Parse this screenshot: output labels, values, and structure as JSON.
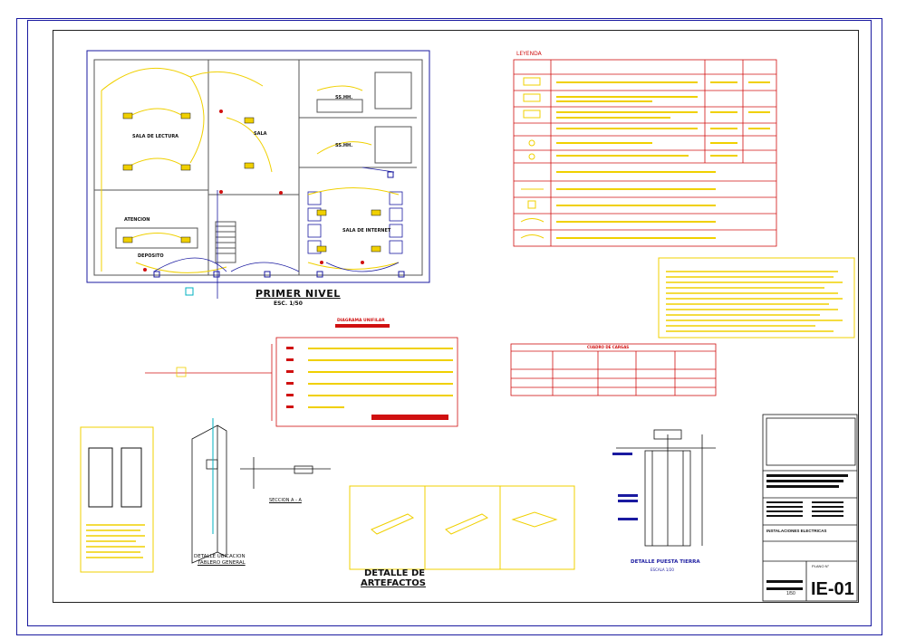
{
  "drawing": {
    "plan_title": "PRIMER NIVEL",
    "plan_scale": "ESC. 1/50",
    "legend_title": "LEYENDA",
    "rooms": {
      "sala_lectura": "SALA DE LECTURA",
      "sala": "SALA",
      "atencion": "ATENCION",
      "deposito": "DEPOSITO",
      "sala_internet": "SALA DE INTERNET",
      "ss_hh_1": "SS.HH.",
      "ss_hh_2": "SS.HH."
    },
    "diagram_title": "DIAGRAMA UNIFILAR",
    "quadro_title": "CUADRO DE CARGAS",
    "detail_artefactos_line1": "DETALLE DE",
    "detail_artefactos_line2": "ARTEFACTOS",
    "detail_tablero_line1": "DETALLE UBICACION",
    "detail_tablero_line2": "TABLERO GENERAL",
    "seccion": "SECCION A - A",
    "puesta_tierra": "DETALLE PUESTA TIERRA",
    "puesta_tierra_scale": "ESCALA 1/20",
    "notas_title": "NOTAS :",
    "title_block": {
      "project": "INSTALACIONES ELECTRICAS",
      "sheet_code": "IE-01",
      "sheet_label": "PLANO N°",
      "scale": "1/50"
    }
  },
  "colors": {
    "frame": "#1a1aa0",
    "red": "#d01010",
    "yellow": "#f0d000",
    "blue": "#1a1aa0",
    "black": "#111111"
  }
}
